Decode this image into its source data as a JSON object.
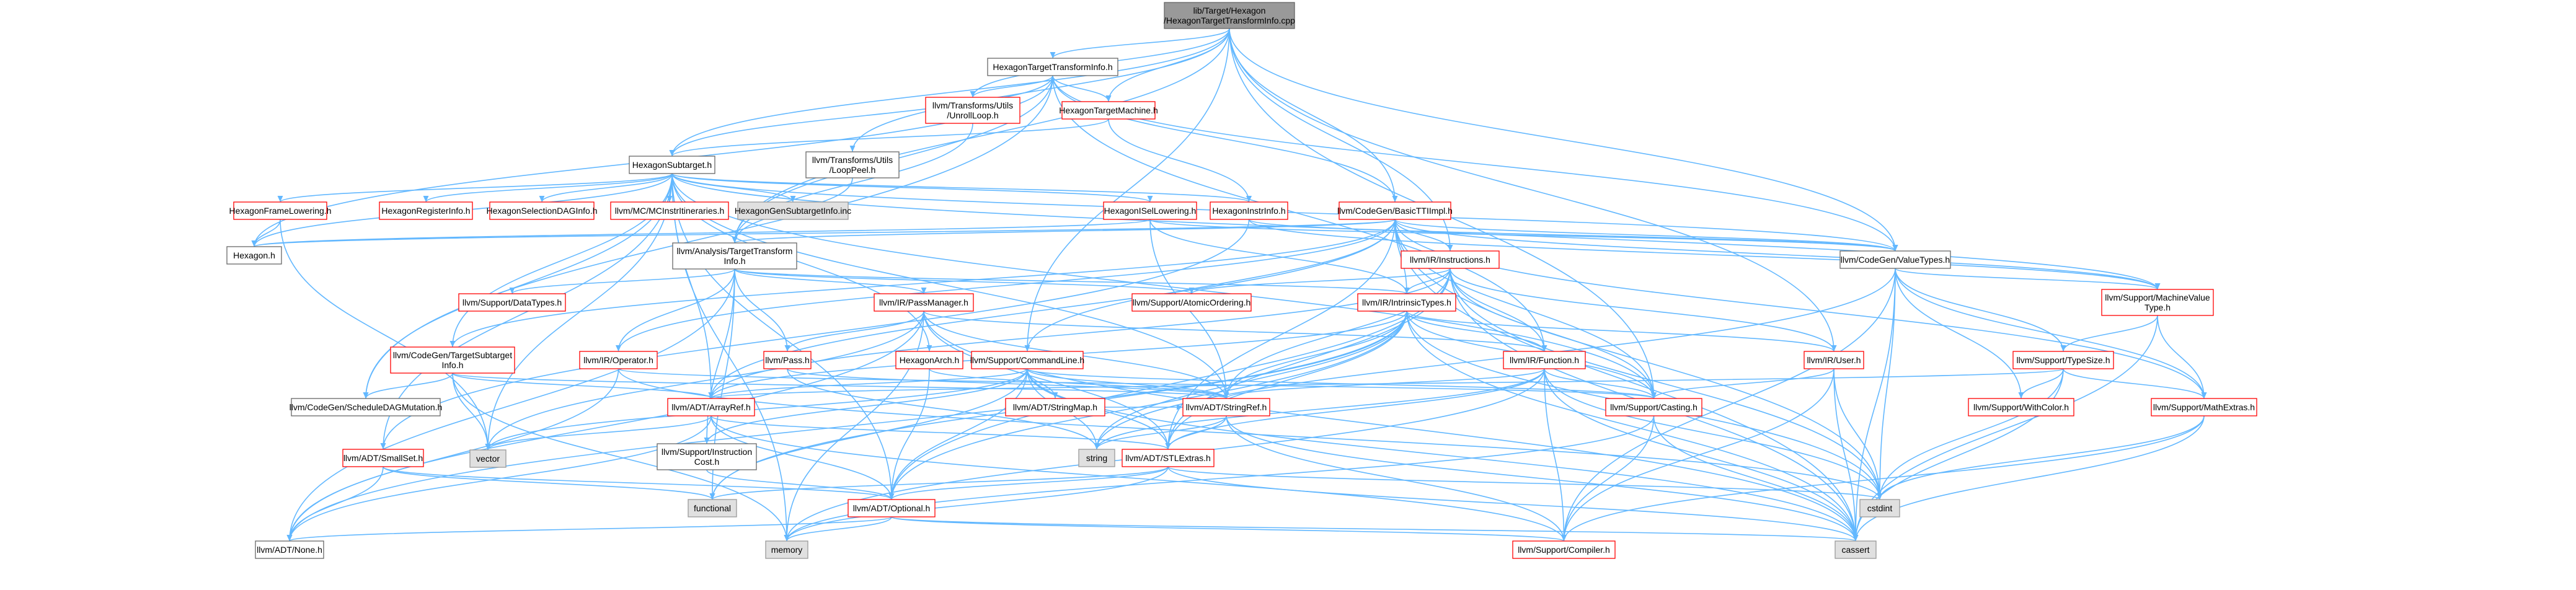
{
  "colors": {
    "edge": "#63b8ff",
    "root_fill": "#999999",
    "root_stroke": "#666666",
    "normal_fill": "#ffffff",
    "normal_stroke": "#666666",
    "highlight_fill": "#ffffff",
    "highlight_stroke": "#ff0000",
    "external_fill": "#e0e0e0",
    "external_stroke": "#999999",
    "text": "#000000"
  },
  "nodes": [
    {
      "id": "root",
      "lines": [
        "lib/Target/Hexagon",
        "/HexagonTargetTransformInfo.cpp"
      ],
      "kind": "root"
    },
    {
      "id": "htti",
      "lines": [
        "HexagonTargetTransformInfo.h"
      ],
      "kind": "normal"
    },
    {
      "id": "unroll",
      "lines": [
        "llvm/Transforms/Utils",
        "/UnrollLoop.h"
      ],
      "kind": "highlight"
    },
    {
      "id": "htm",
      "lines": [
        "HexagonTargetMachine.h"
      ],
      "kind": "highlight"
    },
    {
      "id": "hsub",
      "lines": [
        "HexagonSubtarget.h"
      ],
      "kind": "normal"
    },
    {
      "id": "looppeel",
      "lines": [
        "llvm/Transforms/Utils",
        "/LoopPeel.h"
      ],
      "kind": "normal"
    },
    {
      "id": "hfl",
      "lines": [
        "HexagonFrameLowering.h"
      ],
      "kind": "highlight"
    },
    {
      "id": "hreg",
      "lines": [
        "HexagonRegisterInfo.h"
      ],
      "kind": "highlight"
    },
    {
      "id": "hsel",
      "lines": [
        "HexagonSelectionDAGInfo.h"
      ],
      "kind": "highlight"
    },
    {
      "id": "mcinstr",
      "lines": [
        "llvm/MC/MCInstrItineraries.h"
      ],
      "kind": "highlight"
    },
    {
      "id": "hgensub",
      "lines": [
        "HexagonGenSubtargetInfo.inc"
      ],
      "kind": "external"
    },
    {
      "id": "hisel",
      "lines": [
        "HexagonISelLowering.h"
      ],
      "kind": "highlight"
    },
    {
      "id": "hinstr",
      "lines": [
        "HexagonInstrInfo.h"
      ],
      "kind": "highlight"
    },
    {
      "id": "basictti",
      "lines": [
        "llvm/CodeGen/BasicTTIImpl.h"
      ],
      "kind": "highlight"
    },
    {
      "id": "hexh",
      "lines": [
        "Hexagon.h"
      ],
      "kind": "normal"
    },
    {
      "id": "ata",
      "lines": [
        "llvm/Analysis/TargetTransform",
        "Info.h"
      ],
      "kind": "normal"
    },
    {
      "id": "irinst",
      "lines": [
        "llvm/IR/Instructions.h"
      ],
      "kind": "highlight"
    },
    {
      "id": "cgvt",
      "lines": [
        "llvm/CodeGen/ValueTypes.h"
      ],
      "kind": "normal"
    },
    {
      "id": "datatypes",
      "lines": [
        "llvm/Support/DataTypes.h"
      ],
      "kind": "highlight"
    },
    {
      "id": "passmgr",
      "lines": [
        "llvm/IR/PassManager.h"
      ],
      "kind": "highlight"
    },
    {
      "id": "atomic",
      "lines": [
        "llvm/Support/AtomicOrdering.h"
      ],
      "kind": "highlight"
    },
    {
      "id": "intrin",
      "lines": [
        "llvm/IR/IntrinsicTypes.h"
      ],
      "kind": "highlight"
    },
    {
      "id": "mvt",
      "lines": [
        "llvm/Support/MachineValue",
        "Type.h"
      ],
      "kind": "highlight"
    },
    {
      "id": "cgtsi",
      "lines": [
        "llvm/CodeGen/TargetSubtarget",
        "Info.h"
      ],
      "kind": "highlight"
    },
    {
      "id": "operator",
      "lines": [
        "llvm/IR/Operator.h"
      ],
      "kind": "highlight"
    },
    {
      "id": "pass",
      "lines": [
        "llvm/Pass.h"
      ],
      "kind": "highlight"
    },
    {
      "id": "harch",
      "lines": [
        "HexagonArch.h"
      ],
      "kind": "highlight"
    },
    {
      "id": "cmdline",
      "lines": [
        "llvm/Support/CommandLine.h"
      ],
      "kind": "highlight"
    },
    {
      "id": "irfunc",
      "lines": [
        "llvm/IR/Function.h"
      ],
      "kind": "highlight"
    },
    {
      "id": "iruser",
      "lines": [
        "llvm/IR/User.h"
      ],
      "kind": "highlight"
    },
    {
      "id": "typesize",
      "lines": [
        "llvm/Support/TypeSize.h"
      ],
      "kind": "highlight"
    },
    {
      "id": "sdm",
      "lines": [
        "llvm/CodeGen/ScheduleDAGMutation.h"
      ],
      "kind": "normal"
    },
    {
      "id": "arrayref",
      "lines": [
        "llvm/ADT/ArrayRef.h"
      ],
      "kind": "highlight"
    },
    {
      "id": "stringmap",
      "lines": [
        "llvm/ADT/StringMap.h"
      ],
      "kind": "highlight"
    },
    {
      "id": "stringref",
      "lines": [
        "llvm/ADT/StringRef.h"
      ],
      "kind": "highlight"
    },
    {
      "id": "casting",
      "lines": [
        "llvm/Support/Casting.h"
      ],
      "kind": "highlight"
    },
    {
      "id": "withcolor",
      "lines": [
        "llvm/Support/WithColor.h"
      ],
      "kind": "highlight"
    },
    {
      "id": "mathextras",
      "lines": [
        "llvm/Support/MathExtras.h"
      ],
      "kind": "highlight"
    },
    {
      "id": "smallset",
      "lines": [
        "llvm/ADT/SmallSet.h"
      ],
      "kind": "highlight"
    },
    {
      "id": "vector",
      "lines": [
        "vector"
      ],
      "kind": "external"
    },
    {
      "id": "instrcost",
      "lines": [
        "llvm/Support/Instruction",
        "Cost.h"
      ],
      "kind": "normal"
    },
    {
      "id": "string",
      "lines": [
        "string"
      ],
      "kind": "external"
    },
    {
      "id": "stlextras",
      "lines": [
        "llvm/ADT/STLExtras.h"
      ],
      "kind": "highlight"
    },
    {
      "id": "functional",
      "lines": [
        "functional"
      ],
      "kind": "external"
    },
    {
      "id": "cstdint",
      "lines": [
        "cstdint"
      ],
      "kind": "external"
    },
    {
      "id": "optional",
      "lines": [
        "llvm/ADT/Optional.h"
      ],
      "kind": "highlight"
    },
    {
      "id": "none",
      "lines": [
        "llvm/ADT/None.h"
      ],
      "kind": "normal"
    },
    {
      "id": "memory",
      "lines": [
        "memory"
      ],
      "kind": "external"
    },
    {
      "id": "compiler",
      "lines": [
        "llvm/Support/Compiler.h"
      ],
      "kind": "highlight"
    },
    {
      "id": "cassert",
      "lines": [
        "cassert"
      ],
      "kind": "external"
    }
  ],
  "edges": [
    [
      "root",
      "htti"
    ],
    [
      "root",
      "unroll"
    ],
    [
      "root",
      "hsub"
    ],
    [
      "root",
      "looppeel"
    ],
    [
      "root",
      "ata"
    ],
    [
      "root",
      "cgvt"
    ],
    [
      "root",
      "irinst"
    ],
    [
      "root",
      "cmdline"
    ],
    [
      "root",
      "casting"
    ],
    [
      "root",
      "iruser"
    ],
    [
      "root",
      "basictti"
    ],
    [
      "root",
      "htm"
    ],
    [
      "htti",
      "htm"
    ],
    [
      "htti",
      "unroll"
    ],
    [
      "htti",
      "basictti"
    ],
    [
      "htti",
      "ata"
    ],
    [
      "htti",
      "hsub"
    ],
    [
      "htti",
      "irfunc"
    ],
    [
      "htti",
      "cgvt"
    ],
    [
      "htti",
      "hexh"
    ],
    [
      "htti",
      "sdm"
    ],
    [
      "unroll",
      "ata"
    ],
    [
      "htm",
      "hsub"
    ],
    [
      "htm",
      "hinstr"
    ],
    [
      "hsub",
      "hfl"
    ],
    [
      "hsub",
      "hreg"
    ],
    [
      "hsub",
      "hsel"
    ],
    [
      "hsub",
      "mcinstr"
    ],
    [
      "hsub",
      "hgensub"
    ],
    [
      "hsub",
      "hisel"
    ],
    [
      "hsub",
      "hinstr"
    ],
    [
      "hsub",
      "harch"
    ],
    [
      "hsub",
      "cgtsi"
    ],
    [
      "hsub",
      "sdm"
    ],
    [
      "hsub",
      "smallset"
    ],
    [
      "hsub",
      "stringref"
    ],
    [
      "hsub",
      "vector"
    ],
    [
      "hsub",
      "memory"
    ],
    [
      "hsub",
      "arrayref"
    ],
    [
      "hsub",
      "hexh"
    ],
    [
      "hsub",
      "cgvt"
    ],
    [
      "hsub",
      "mvt"
    ],
    [
      "hsub",
      "casting"
    ],
    [
      "hsub",
      "optional"
    ],
    [
      "looppeel",
      "ata"
    ],
    [
      "hfl",
      "hexh"
    ],
    [
      "hfl",
      "vector"
    ],
    [
      "hisel",
      "cgvt"
    ],
    [
      "hisel",
      "intrin"
    ],
    [
      "hisel",
      "stringref"
    ],
    [
      "hisel",
      "hexh"
    ],
    [
      "hinstr",
      "cgvt"
    ],
    [
      "hinstr",
      "mvt"
    ],
    [
      "hinstr",
      "smallset"
    ],
    [
      "basictti",
      "ata"
    ],
    [
      "basictti",
      "irinst"
    ],
    [
      "basictti",
      "intrin"
    ],
    [
      "basictti",
      "operator"
    ],
    [
      "basictti",
      "cgtsi"
    ],
    [
      "basictti",
      "cgvt"
    ],
    [
      "basictti",
      "mvt"
    ],
    [
      "basictti",
      "cmdline"
    ],
    [
      "basictti",
      "mathextras"
    ],
    [
      "basictti",
      "casting"
    ],
    [
      "basictti",
      "arrayref"
    ],
    [
      "basictti",
      "stlextras"
    ],
    [
      "basictti",
      "cassert"
    ],
    [
      "basictti",
      "cstdint"
    ],
    [
      "basictti",
      "hexh"
    ],
    [
      "ata",
      "datatypes"
    ],
    [
      "ata",
      "passmgr"
    ],
    [
      "ata",
      "atomic"
    ],
    [
      "ata",
      "intrin"
    ],
    [
      "ata",
      "pass"
    ],
    [
      "ata",
      "operator"
    ],
    [
      "ata",
      "instrcost"
    ],
    [
      "ata",
      "functional"
    ],
    [
      "ata",
      "none"
    ],
    [
      "irinst",
      "intrin"
    ],
    [
      "irinst",
      "atomic"
    ],
    [
      "irinst",
      "irfunc"
    ],
    [
      "irinst",
      "casting"
    ],
    [
      "irinst",
      "iruser"
    ],
    [
      "irinst",
      "stringref"
    ],
    [
      "irinst",
      "arrayref"
    ],
    [
      "irinst",
      "stlextras"
    ],
    [
      "irinst",
      "optional"
    ],
    [
      "irinst",
      "cassert"
    ],
    [
      "irinst",
      "cstdint"
    ],
    [
      "cgvt",
      "mvt"
    ],
    [
      "cgvt",
      "typesize"
    ],
    [
      "cgvt",
      "mathextras"
    ],
    [
      "cgvt",
      "compiler"
    ],
    [
      "cgvt",
      "withcolor"
    ],
    [
      "cgvt",
      "cassert"
    ],
    [
      "cgvt",
      "cstdint"
    ],
    [
      "cgvt",
      "string"
    ],
    [
      "passmgr",
      "pass"
    ],
    [
      "passmgr",
      "stlextras"
    ],
    [
      "passmgr",
      "stringref"
    ],
    [
      "passmgr",
      "irfunc"
    ],
    [
      "passmgr",
      "vector"
    ],
    [
      "passmgr",
      "memory"
    ],
    [
      "passmgr",
      "cassert"
    ],
    [
      "passmgr",
      "none"
    ],
    [
      "intrin",
      "irfunc"
    ],
    [
      "intrin",
      "iruser"
    ],
    [
      "intrin",
      "arrayref"
    ],
    [
      "intrin",
      "stringref"
    ],
    [
      "intrin",
      "stlextras"
    ],
    [
      "intrin",
      "casting"
    ],
    [
      "intrin",
      "optional"
    ],
    [
      "intrin",
      "string"
    ],
    [
      "intrin",
      "cstdint"
    ],
    [
      "intrin",
      "none"
    ],
    [
      "intrin",
      "functional"
    ],
    [
      "intrin",
      "cassert"
    ],
    [
      "mvt",
      "typesize"
    ],
    [
      "mvt",
      "mathextras"
    ],
    [
      "mvt",
      "cassert"
    ],
    [
      "cgtsi",
      "arrayref"
    ],
    [
      "cgtsi",
      "sdm"
    ],
    [
      "cgtsi",
      "vector"
    ],
    [
      "cgtsi",
      "memory"
    ],
    [
      "cgtsi",
      "stringref"
    ],
    [
      "operator",
      "casting"
    ],
    [
      "operator",
      "none"
    ],
    [
      "operator",
      "cstdint"
    ],
    [
      "pass",
      "stringref"
    ],
    [
      "pass",
      "string"
    ],
    [
      "harch",
      "stringref"
    ],
    [
      "harch",
      "optional"
    ],
    [
      "cmdline",
      "arrayref"
    ],
    [
      "cmdline",
      "stlextras"
    ],
    [
      "cmdline",
      "stringmap"
    ],
    [
      "cmdline",
      "stringref"
    ],
    [
      "cmdline",
      "optional"
    ],
    [
      "cmdline",
      "casting"
    ],
    [
      "cmdline",
      "functional"
    ],
    [
      "cmdline",
      "string"
    ],
    [
      "cmdline",
      "vector"
    ],
    [
      "cmdline",
      "cassert"
    ],
    [
      "cmdline",
      "instrcost"
    ],
    [
      "irfunc",
      "casting"
    ],
    [
      "irfunc",
      "stringref"
    ],
    [
      "irfunc",
      "stlextras"
    ],
    [
      "irfunc",
      "compiler"
    ],
    [
      "irfunc",
      "memory"
    ],
    [
      "irfunc",
      "cstdint"
    ],
    [
      "irfunc",
      "cassert"
    ],
    [
      "irfunc",
      "string"
    ],
    [
      "iruser",
      "casting"
    ],
    [
      "iruser",
      "compiler"
    ],
    [
      "iruser",
      "cstdint"
    ],
    [
      "iruser",
      "cassert"
    ],
    [
      "typesize",
      "arrayref"
    ],
    [
      "typesize",
      "mathextras"
    ],
    [
      "typesize",
      "withcolor"
    ],
    [
      "typesize",
      "cstdint"
    ],
    [
      "typesize",
      "cassert"
    ],
    [
      "arrayref",
      "stlextras"
    ],
    [
      "arrayref",
      "vector"
    ],
    [
      "arrayref",
      "compiler"
    ],
    [
      "arrayref",
      "none"
    ],
    [
      "arrayref",
      "optional"
    ],
    [
      "stringmap",
      "stringref"
    ],
    [
      "stringref",
      "stlextras"
    ],
    [
      "stringref",
      "compiler"
    ],
    [
      "stringref",
      "string"
    ],
    [
      "stringref",
      "cassert"
    ],
    [
      "casting",
      "compiler"
    ],
    [
      "casting",
      "memory"
    ],
    [
      "casting",
      "cassert"
    ],
    [
      "mathextras",
      "compiler"
    ],
    [
      "mathextras",
      "cstdint"
    ],
    [
      "mathextras",
      "cassert"
    ],
    [
      "smallset",
      "none"
    ],
    [
      "smallset",
      "functional"
    ],
    [
      "smallset",
      "optional"
    ],
    [
      "instrcost",
      "optional"
    ],
    [
      "stlextras",
      "optional"
    ],
    [
      "stlextras",
      "functional"
    ],
    [
      "stlextras",
      "cstdint"
    ],
    [
      "stlextras",
      "cassert"
    ],
    [
      "stlextras",
      "memory"
    ],
    [
      "optional",
      "none"
    ],
    [
      "optional",
      "compiler"
    ],
    [
      "optional",
      "memory"
    ],
    [
      "optional",
      "cassert"
    ]
  ]
}
